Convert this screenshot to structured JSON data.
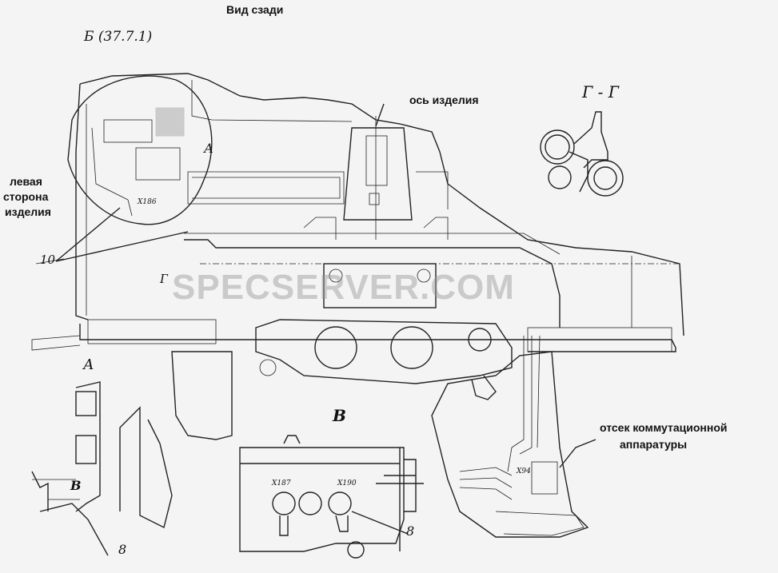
{
  "labels": {
    "rear_view": "Вид сзади",
    "view_b": "Б (37.7.1)",
    "product_axis": "ось изделия",
    "section_g": "Г - Г",
    "left_side_1": "левая",
    "left_side_2": "сторона",
    "left_side_3": "изделия",
    "conn_x186": "Х186",
    "callout_10": "10",
    "marker_a_main": "А",
    "marker_g_main": "Г",
    "view_a": "А",
    "view_v": "В",
    "marker_v_small": "В",
    "callout_8_a": "8",
    "callout_8_v": "8",
    "conn_x187": "Х187",
    "conn_x190": "Х190",
    "conn_x94": "Х94",
    "compartment_1": "отсек коммутационной",
    "compartment_2": "аппаратуры",
    "watermark": "SPECSERVER.COM"
  }
}
